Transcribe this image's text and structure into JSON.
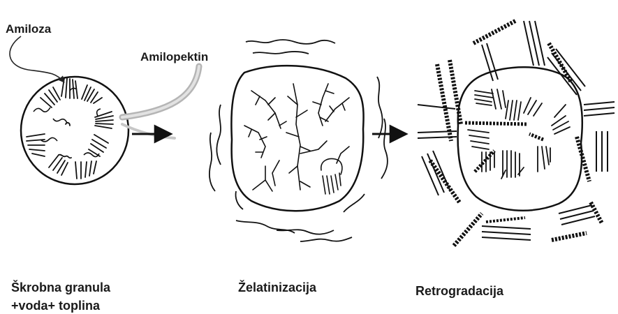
{
  "labels": {
    "amylose": "Amiloza",
    "amylopectin": "Amilopektin"
  },
  "stages": [
    {
      "caption_line1": "Škrobna granula",
      "caption_line2": "+voda+ toplina"
    },
    {
      "caption_line1": "Želatinizacija"
    },
    {
      "caption_line1": "Retrogradacija"
    }
  ]
}
